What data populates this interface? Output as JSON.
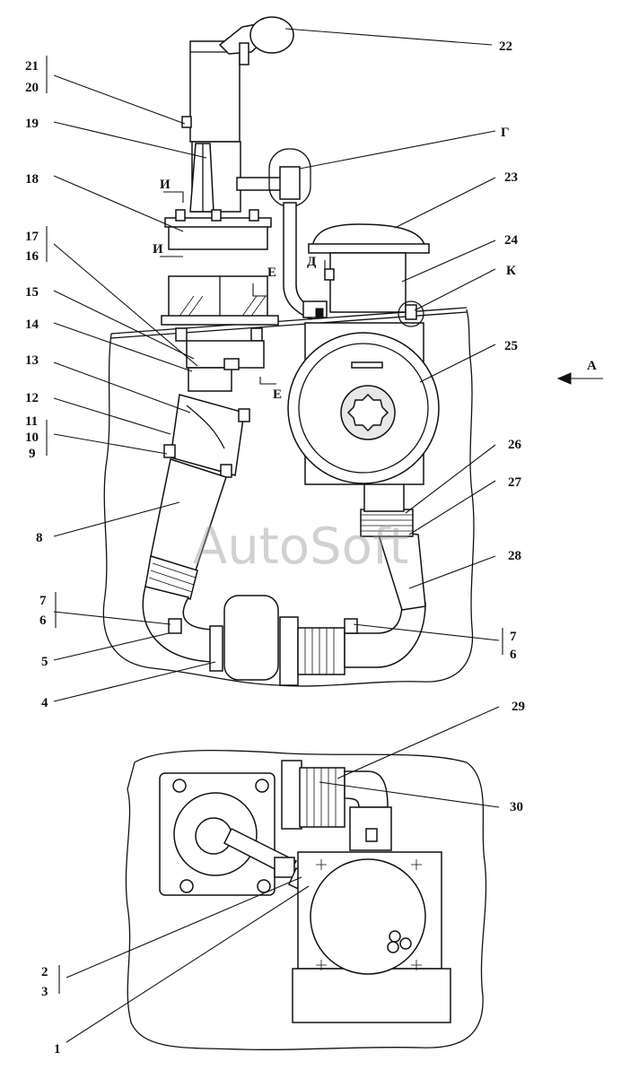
{
  "watermark": "AutoSoft",
  "callouts": [
    {
      "id": "c1",
      "text": "1"
    },
    {
      "id": "c2",
      "text": "2"
    },
    {
      "id": "c3",
      "text": "3"
    },
    {
      "id": "c4",
      "text": "4"
    },
    {
      "id": "c5",
      "text": "5"
    },
    {
      "id": "c6a",
      "text": "6"
    },
    {
      "id": "c7a",
      "text": "7"
    },
    {
      "id": "c6b",
      "text": "6"
    },
    {
      "id": "c7b",
      "text": "7"
    },
    {
      "id": "c8",
      "text": "8"
    },
    {
      "id": "c9",
      "text": "9"
    },
    {
      "id": "c10",
      "text": "10"
    },
    {
      "id": "c11",
      "text": "11"
    },
    {
      "id": "c12",
      "text": "12"
    },
    {
      "id": "c13",
      "text": "13"
    },
    {
      "id": "c14",
      "text": "14"
    },
    {
      "id": "c15",
      "text": "15"
    },
    {
      "id": "c16",
      "text": "16"
    },
    {
      "id": "c17",
      "text": "17"
    },
    {
      "id": "c18",
      "text": "18"
    },
    {
      "id": "c19",
      "text": "19"
    },
    {
      "id": "c20",
      "text": "20"
    },
    {
      "id": "c21",
      "text": "21"
    },
    {
      "id": "c22",
      "text": "22"
    },
    {
      "id": "c23",
      "text": "23"
    },
    {
      "id": "c24",
      "text": "24"
    },
    {
      "id": "c25",
      "text": "25"
    },
    {
      "id": "c26",
      "text": "26"
    },
    {
      "id": "c27",
      "text": "27"
    },
    {
      "id": "c28",
      "text": "28"
    },
    {
      "id": "c29",
      "text": "29"
    },
    {
      "id": "c30",
      "text": "30"
    }
  ],
  "views": [
    {
      "id": "vG",
      "text": "Г"
    },
    {
      "id": "vK",
      "text": "К"
    },
    {
      "id": "vA",
      "text": "А"
    },
    {
      "id": "vI1",
      "text": "И"
    },
    {
      "id": "vI2",
      "text": "И"
    },
    {
      "id": "vE1",
      "text": "Е"
    },
    {
      "id": "vE2",
      "text": "Е"
    },
    {
      "id": "vD",
      "text": "Д"
    }
  ]
}
